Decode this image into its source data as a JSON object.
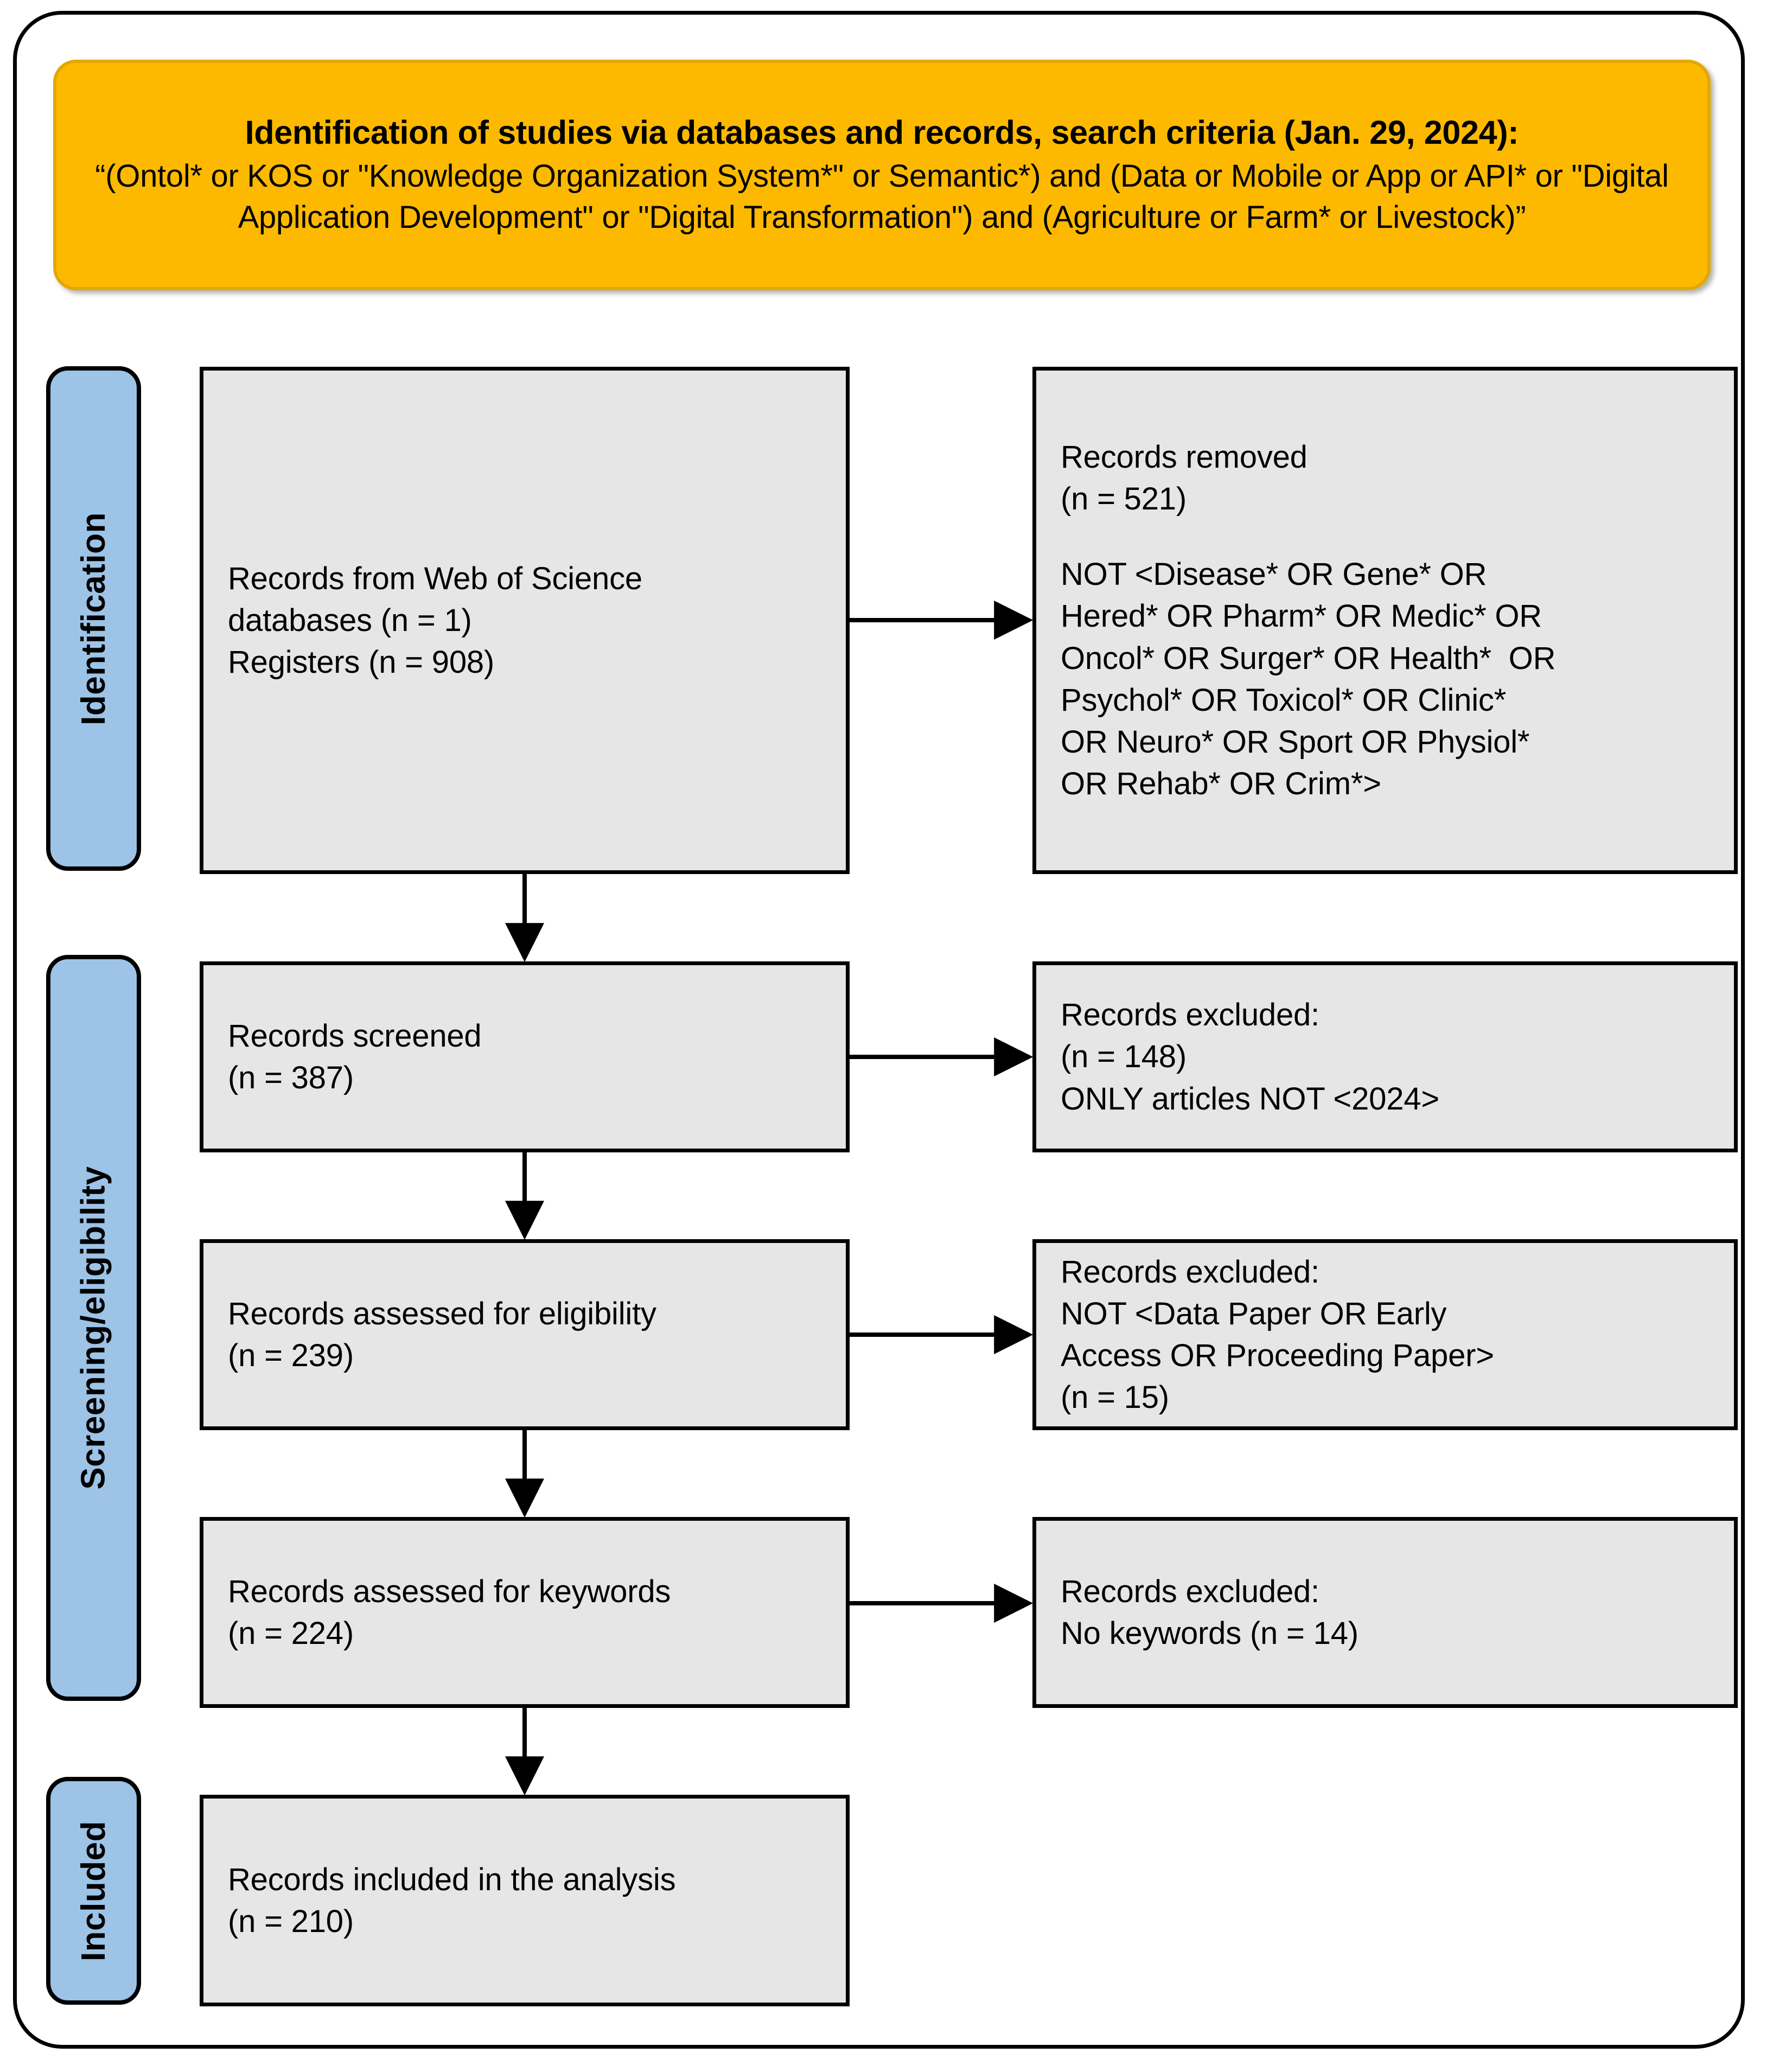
{
  "frame": {
    "accent_yellow": "#FCB900",
    "stage_blue": "#9DC3E6",
    "box_grey": "#E6E6E6"
  },
  "banner": {
    "title": "Identification of studies via databases and records, search criteria (Jan. 29, 2024):",
    "query_line_1": "“(Ontol* or KOS or \"Knowledge Organization System*\" or Semantic*) and (Data or Mobile",
    "query_line_2": "or App or API* or \"Digital Application Development\" or \"Digital Transformation\") and",
    "query_line_3": "(Agriculture or Farm* or Livestock)”"
  },
  "stages": [
    {
      "id": "identification",
      "label": "Identification"
    },
    {
      "id": "screening",
      "label": "Screening/eligibility"
    },
    {
      "id": "included",
      "label": "Included"
    }
  ],
  "boxes": {
    "sources": {
      "line_1": "Records from Web of Science",
      "line_2": "databases (n = 1)",
      "line_3": "Registers (n = 908)"
    },
    "removed": {
      "line_1": "Records removed",
      "line_2": "(n = 521)",
      "line_3": "NOT <Disease* OR Gene* OR",
      "line_4": "Hered* OR Pharm* OR Medic* OR",
      "line_5": "Oncol* OR Surger* OR Health*  OR",
      "line_6": "Psychol* OR Toxicol* OR Clinic*",
      "line_7": "OR Neuro* OR Sport OR Physiol*",
      "line_8": "OR Rehab* OR Crim*>"
    },
    "screened": {
      "line_1": "Records screened",
      "line_2": "(n = 387)"
    },
    "excluded_1": {
      "line_1": "Records excluded:",
      "line_2": "(n = 148)",
      "line_3": "ONLY articles NOT <2024>"
    },
    "eligibility": {
      "line_1": "Records assessed for eligibility",
      "line_2": "(n = 239)"
    },
    "excluded_2": {
      "line_1": "Records excluded:",
      "line_2": "NOT <Data Paper OR Early",
      "line_3": "Access OR Proceeding Paper>",
      "line_4": "(n = 15)"
    },
    "keywords": {
      "line_1": "Records assessed for keywords",
      "line_2": "(n = 224)"
    },
    "excluded_3": {
      "line_1": "Records excluded:",
      "line_2": "No keywords (n = 14)"
    },
    "included": {
      "line_1": "Records included in the analysis",
      "line_2": "(n = 210)"
    }
  },
  "flow_counts": {
    "databases": 1,
    "registers": 908,
    "removed": 521,
    "screened": 387,
    "excluded_not_2024": 148,
    "assessed_eligibility": 239,
    "excluded_doctype": 15,
    "assessed_keywords": 224,
    "excluded_no_keywords": 14,
    "included": 210
  }
}
